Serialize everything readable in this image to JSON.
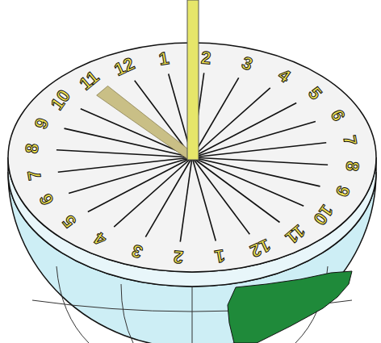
{
  "diagram": {
    "labels": [
      "7",
      "8",
      "9",
      "10",
      "11",
      "12",
      "1",
      "2",
      "3",
      "4",
      "5",
      "6",
      "7",
      "8",
      "9",
      "10",
      "11",
      "12",
      "1",
      "2",
      "3",
      "4",
      "5",
      "6"
    ]
  }
}
